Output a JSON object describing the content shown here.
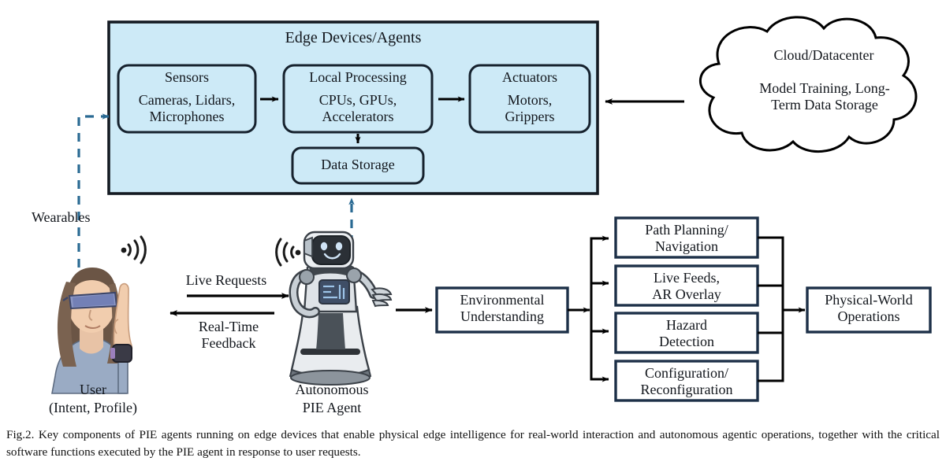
{
  "figure": {
    "id": "Fig.2.",
    "caption": "Fig.2.  Key components of PIE agents running on edge devices that enable physical edge intelligence for real-world interaction and autonomous agentic operations, together with the critical software functions executed by the PIE agent in response to user requests."
  },
  "colors": {
    "edge_fill": "#cdeaf7",
    "edge_border": "#141a22",
    "inner_border": "#16222e",
    "box_border": "#1d3048",
    "dashed_blue": "#2a6a93",
    "arrow_black": "#000000",
    "page_bg": "#ffffff"
  },
  "edge_panel": {
    "title": "Edge Devices/Agents",
    "blocks": [
      {
        "head": "Sensors",
        "body": "Cameras, Lidars,\nMicrophones"
      },
      {
        "head": "Local Processing",
        "body": "CPUs, GPUs,\nAccelerators"
      },
      {
        "head": "Actuators",
        "body": "Motors,\nGrippers"
      }
    ],
    "storage": {
      "label": "Data Storage"
    }
  },
  "cloud": {
    "title": "Cloud/Datacenter",
    "body": "Model Training, Long-\nTerm Data Storage"
  },
  "actors": {
    "user": {
      "name": "User",
      "detail": "(Intent, Profile)",
      "wearables_label": "Wearables"
    },
    "agent": {
      "name": "Autonomous",
      "detail": "PIE Agent"
    }
  },
  "interaction_arrows": {
    "to_agent": "Live Requests",
    "to_user": "Real-Time\nFeedback"
  },
  "pipeline": {
    "environmental_understanding": "Environmental\nUnderstanding",
    "functions": [
      "Path Planning/\nNavigation",
      "Live Feeds,\nAR Overlay",
      "Hazard\nDetection",
      "Configuration/\nReconfiguration"
    ],
    "output": "Physical-World\nOperations"
  }
}
